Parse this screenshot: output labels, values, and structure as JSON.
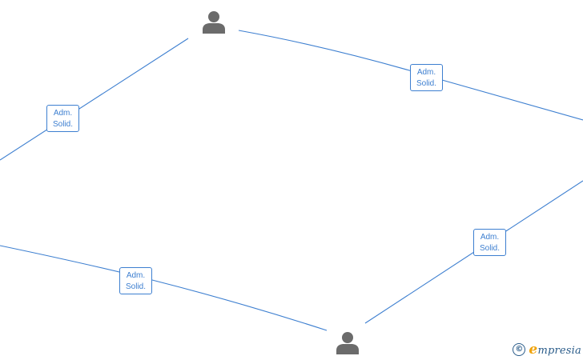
{
  "diagram": {
    "edge_label_line1": "Adm.",
    "edge_label_line2": "Solid.",
    "line_color": "#3d7fd0",
    "node_color": "#6b6b6b",
    "nodes": [
      {
        "id": "person-top",
        "icon": "person-icon"
      },
      {
        "id": "person-bottom",
        "icon": "person-icon"
      }
    ]
  },
  "brand": {
    "copyright_symbol": "©",
    "logo_initial": "e",
    "logo_rest": "mpresia"
  }
}
